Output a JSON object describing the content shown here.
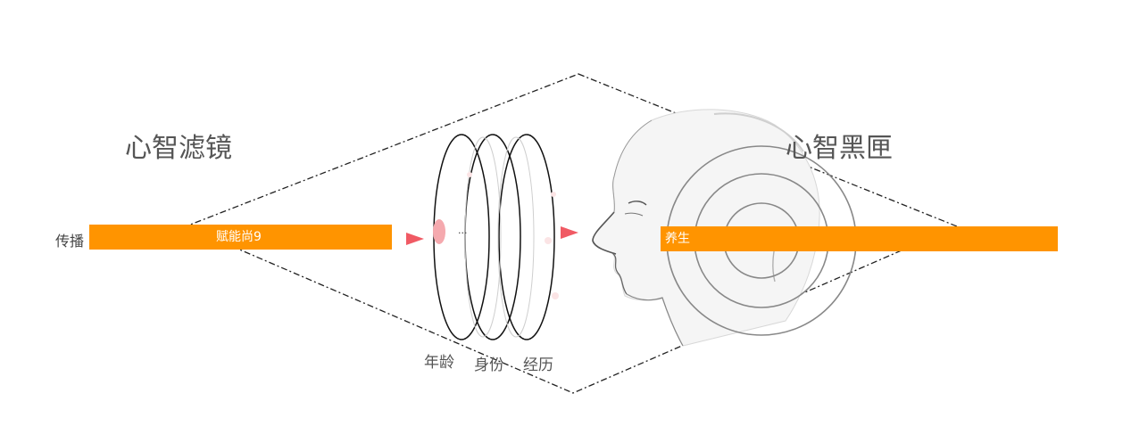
{
  "titles": {
    "left": "心智滤镜",
    "right": "心智黑匣"
  },
  "input": {
    "side_label": "传播",
    "bar_label": "赋能尚9"
  },
  "output": {
    "bar_label": "养生"
  },
  "lenses": {
    "middle_marker": "...",
    "labels": [
      "年龄",
      "身份",
      "经历"
    ]
  },
  "colors": {
    "bar": "#ff9400",
    "arrow": "#f05a64",
    "dashed": "#222222",
    "rings": "#888888"
  },
  "icons": {
    "head": "human-head-profile-icon",
    "arrow": "triangle-right-icon"
  }
}
